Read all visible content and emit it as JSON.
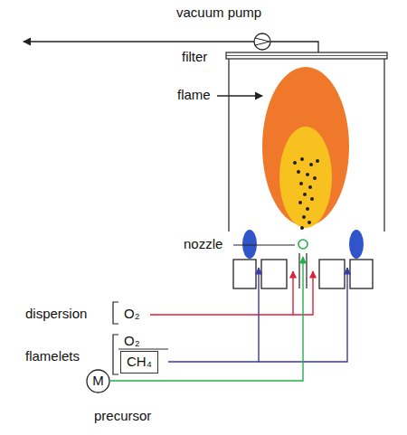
{
  "diagram": {
    "nodes": [
      {
        "text": [
          "CH₄"
        ]
      },
      {
        "text": [
          "M"
        ]
      }
    ],
    "labels": [
      "vacuum pump",
      "filter",
      "flame",
      "nozzle",
      "dispersion",
      "O₂",
      "flamelets",
      "O₂",
      "precursor"
    ]
  }
}
